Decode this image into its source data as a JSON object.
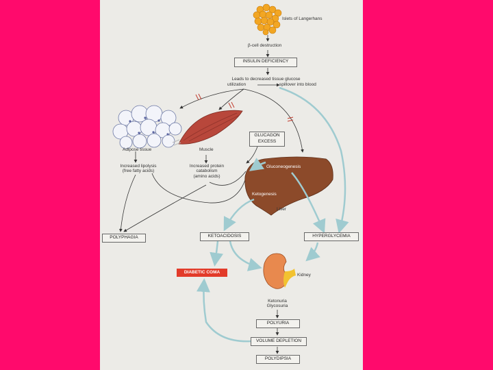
{
  "diagram": {
    "islets_label": "Islets of Langerhans",
    "beta_cell": "β-cell destruction",
    "insulin_deficiency": "INSULIN DEFICIENCY",
    "leads_line1": "Leads to decreased tissue glucose",
    "leads_line2_left": "utilization",
    "leads_line2_right": "spillover into blood",
    "adipose_label": "Adipose tissue",
    "muscle_label": "Muscle",
    "glucagon_line1": "GLUCAGON",
    "glucagon_line2": "EXCESS",
    "lipolysis_line1": "Increased lipolysis",
    "lipolysis_line2": "(free fatty acids)",
    "protein_line1": "Increased protein",
    "protein_line2": "catabolism",
    "protein_line3": "(amino acids)",
    "gluconeogenesis": "Gluconeogenesis",
    "ketogenesis": "Ketogenesis",
    "liver_label": "Liver",
    "polyphagia": "POLYPHAGIA",
    "ketoacidosis": "KETOACIDOSIS",
    "hyperglycemia": "HYPERGLYCEMIA",
    "diabetic_coma": "DIABETIC COMA",
    "kidney_label": "Kidney",
    "ketonuria": "Ketonuria",
    "glycosuria": "Glycosuria",
    "polyuria": "POLYURIA",
    "volume_depletion": "VOLUME DEPLETION",
    "polydipsia": "POLYDIPSIA"
  },
  "colors": {
    "background": "#ff0a6c",
    "page": "#ecebe7",
    "coma_box": "#e23b2a",
    "liver": "#8c4a2a",
    "muscle": "#b8473b",
    "islets": "#f2a623",
    "kidney": "#e8894e",
    "blue_arrow": "#9fcbd0"
  }
}
